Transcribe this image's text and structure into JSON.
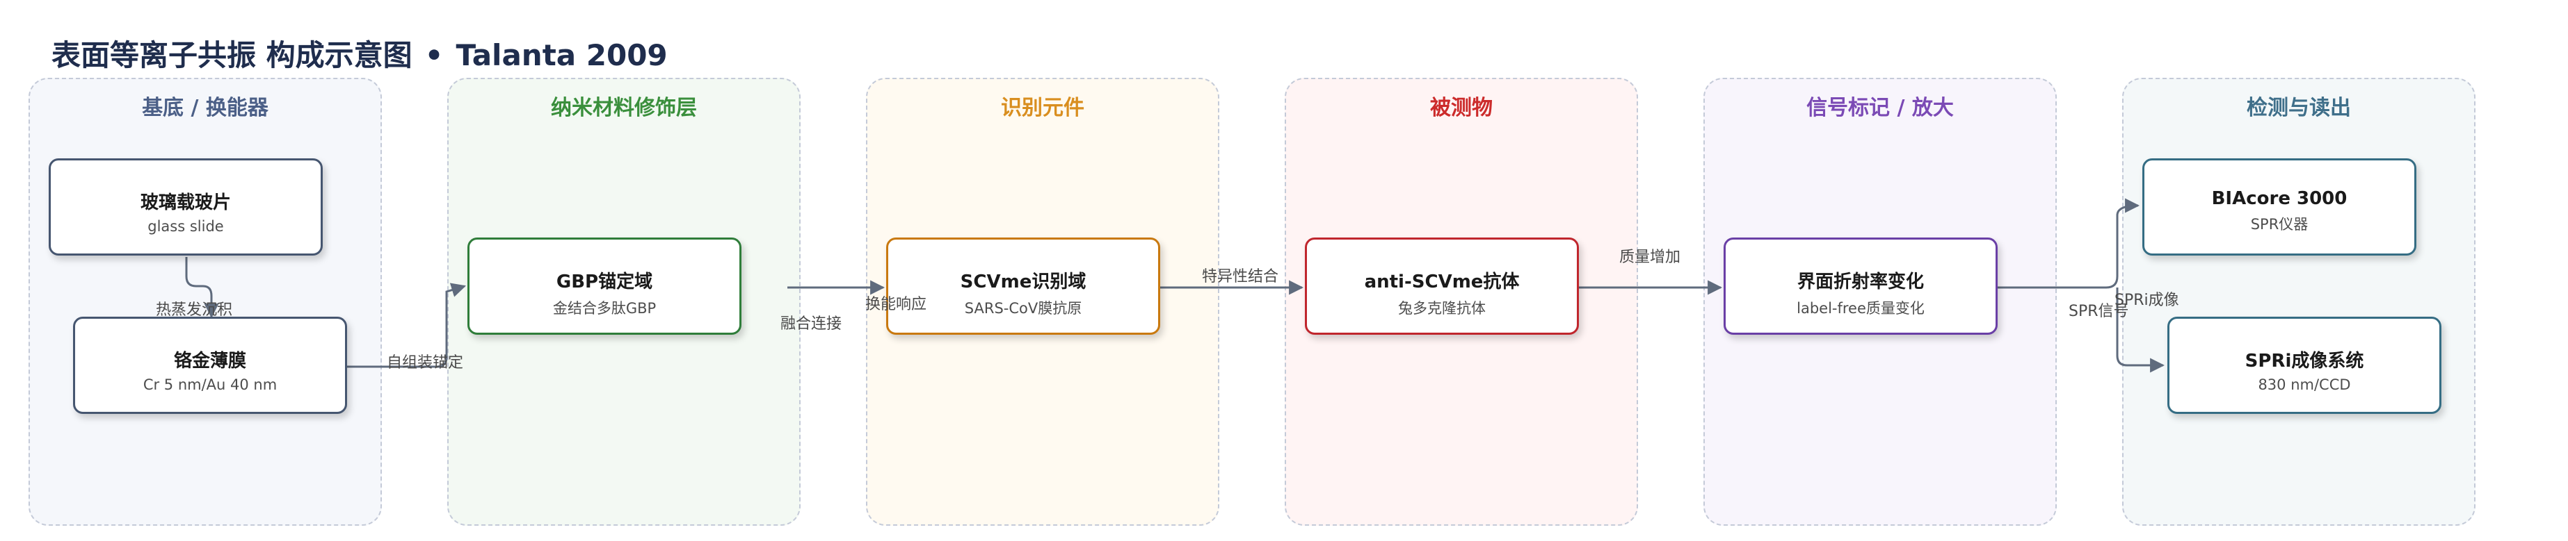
{
  "header": {
    "title": "表面等离子共振 构成示意图",
    "separator": "•",
    "source": "Talanta 2009"
  },
  "colors": {
    "edge": "#5f6b7d",
    "node_default_border": "#465670"
  },
  "stages": [
    {
      "title": "基底 / 换能器",
      "color": "#4b5f87",
      "bg": "#f5f7fb"
    },
    {
      "title": "纳米材料修饰层",
      "color": "#3a8f3c",
      "bg": "#f3f9f3"
    },
    {
      "title": "识别元件",
      "color": "#d98e1f",
      "bg": "#fffaf1"
    },
    {
      "title": "被测物",
      "color": "#cc2b2b",
      "bg": "#fff4f4"
    },
    {
      "title": "信号标记 / 放大",
      "color": "#7b4ab5",
      "bg": "#f8f5fc"
    },
    {
      "title": "检测与读出",
      "color": "#3f6f8a",
      "bg": "#f4f8f9"
    }
  ],
  "nodes": {
    "glass": {
      "title": "玻璃载玻片",
      "sub": "glass slide",
      "border": "#465670"
    },
    "film": {
      "title": "铬金薄膜",
      "sub": "Cr 5 nm/Au 40 nm",
      "border": "#465670"
    },
    "gbp": {
      "title": "GBP锚定域",
      "sub": "金结合多肽GBP",
      "border": "#2f7d3a"
    },
    "scvme": {
      "title": "SCVme识别域",
      "sub": "SARS-CoV膜抗原",
      "border": "#c9790f"
    },
    "anti": {
      "title": "anti-SCVme抗体",
      "sub": "兔多克隆抗体",
      "border": "#c0262d"
    },
    "ri": {
      "title": "界面折射率变化",
      "sub": "label-free质量变化",
      "border": "#6a3fa6"
    },
    "biacore": {
      "title": "BIAcore 3000",
      "sub": "SPR仪器",
      "border": "#356d84"
    },
    "spri": {
      "title": "SPRi成像系统",
      "sub": "830 nm/CCD",
      "border": "#356d84"
    }
  },
  "edges": {
    "thermal": "热蒸发沉积",
    "selfasm": "自组装锚定",
    "fusion": "融合连接",
    "resp": "换能响应",
    "bind": "特异性结合",
    "mass": "质量增加",
    "spr_sig": "SPR信号",
    "spri_img": "SPRi成像"
  }
}
